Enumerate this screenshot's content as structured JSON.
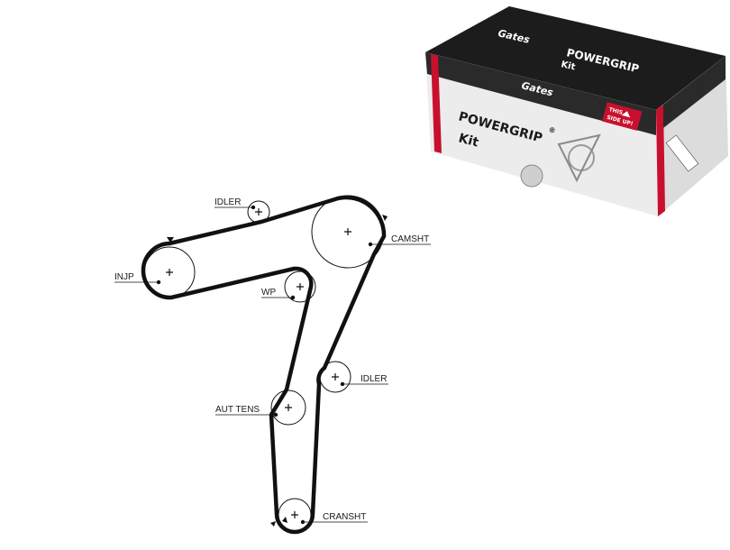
{
  "diagram": {
    "labels": {
      "idler_top": "IDLER",
      "camsht": "CAMSHT",
      "injp": "INJP",
      "wp": "WP",
      "idler_right": "IDLER",
      "aut_tens": "AUT TENS",
      "cranksht": "CRANSHT"
    }
  },
  "product_box": {
    "brand": "Gates",
    "product_line": "POWERGRIP",
    "registered_mark": "®",
    "kit_word": "Kit",
    "orientation_badge_line1": "THIS",
    "orientation_badge_line2": "SIDE UP!",
    "colors": {
      "box_dark": "#1e1e1e",
      "box_red": "#c8102e",
      "box_light": "#eeeeee"
    }
  }
}
